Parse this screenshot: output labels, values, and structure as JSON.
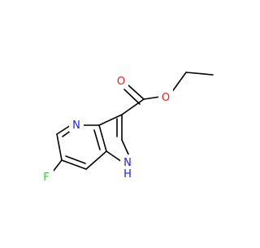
{
  "molecule": {
    "atom_labels": {
      "N_pyridine": "N",
      "O_carbonyl": "O",
      "O_ester": "O",
      "F": "F",
      "NH": "N",
      "H": "H"
    }
  },
  "colors": {
    "bond": "#000000",
    "nitrogen": "#1a1aff",
    "oxygen": "#ff1a1a",
    "fluorine": "#33cc33",
    "background": "#ffffff"
  }
}
